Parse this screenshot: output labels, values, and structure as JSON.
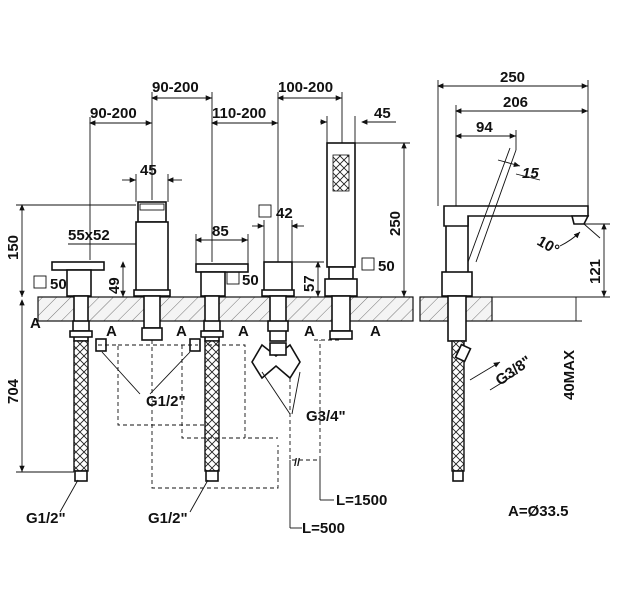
{
  "dimensions": {
    "d_250_total": "250",
    "d_206": "206",
    "d_94": "94",
    "d_15": "15",
    "d_10deg": "10°",
    "d_121": "121",
    "d_40max": "40MAX",
    "d_g38": "G3/8\"",
    "d_90_200_a": "90-200",
    "d_90_200_b": "90-200",
    "d_110_200": "110-200",
    "d_100_200": "100-200",
    "d_45_shower": "45",
    "d_45_spout": "45",
    "d_55x52": "55x52",
    "d_85": "85",
    "d_42": "42",
    "d_250_shower": "250",
    "d_150": "150",
    "d_49": "49",
    "d_57": "57",
    "d_50_left": "50",
    "d_50_mid": "50",
    "d_50_right": "50",
    "d_704": "704",
    "a_1": "A",
    "a_2": "A",
    "a_3": "A",
    "a_4": "A",
    "a_5": "A",
    "a_6": "A",
    "g12_callout": "G1/2\"",
    "g34_callout": "G3/4\"",
    "g12_bottom_left": "G1/2\"",
    "g12_bottom_mid": "G1/2\"",
    "l1500": "L=1500",
    "l500": "L=500",
    "a_note": "A=Ø33.5"
  }
}
